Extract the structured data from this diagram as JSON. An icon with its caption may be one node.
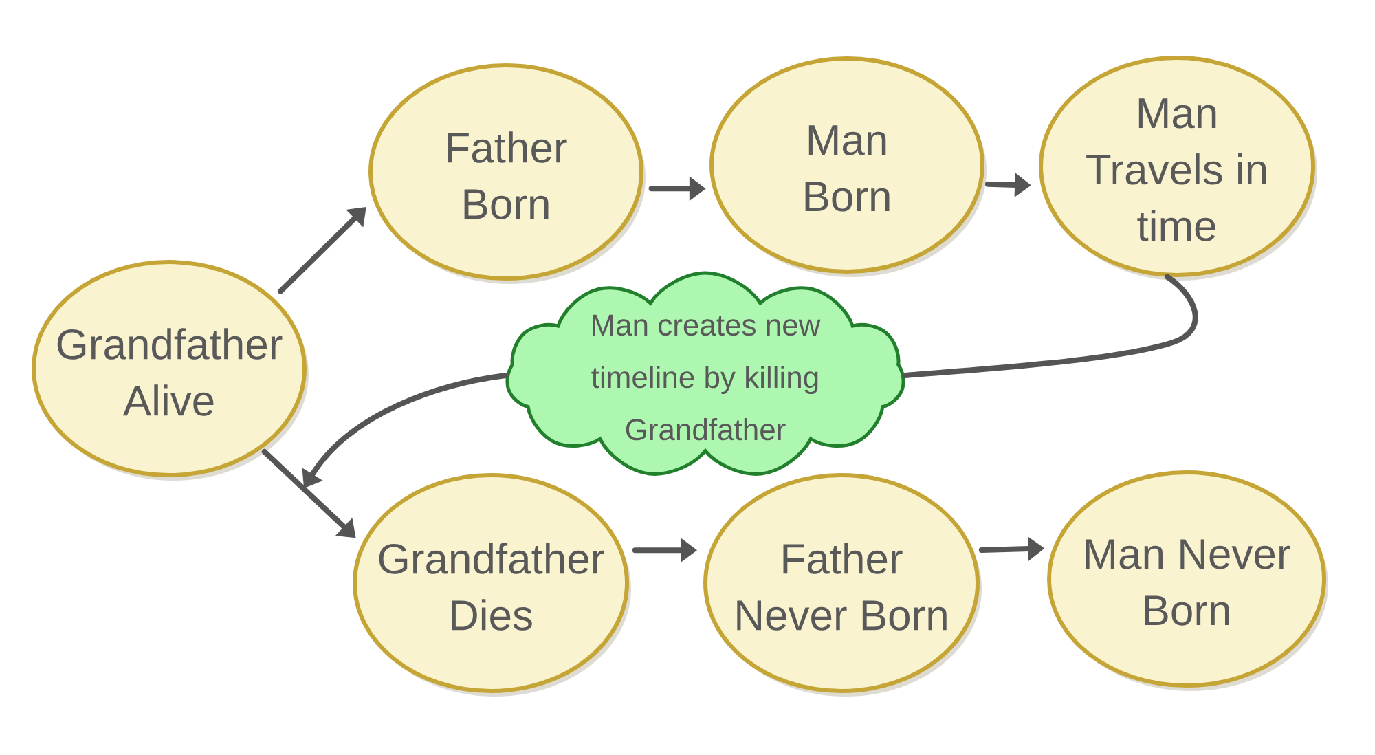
{
  "diagram": {
    "nodes": [
      {
        "text": [
          "Grandfather Alive"
        ]
      },
      {
        "text": [
          "Father Born"
        ]
      },
      {
        "text": [
          "Man Born"
        ]
      },
      {
        "text": [
          "Man Travels in time"
        ]
      },
      {
        "text": [
          "Man creates new timeline by killing Grandfather"
        ]
      },
      {
        "text": [
          "Grandfather Dies"
        ]
      },
      {
        "text": [
          "Father Never Born"
        ]
      },
      {
        "text": [
          "Man Never Born"
        ]
      }
    ],
    "edges": [
      {
        "from": 0,
        "to": 1,
        "arrow": "to"
      },
      {
        "from": 1,
        "to": 2,
        "arrow": "to"
      },
      {
        "from": 2,
        "to": 3,
        "arrow": "to"
      },
      {
        "from": 3,
        "to": 4,
        "arrow": "none"
      },
      {
        "from": 4,
        "to": null,
        "arrow": "to"
      },
      {
        "from": 0,
        "to": 5,
        "arrow": "to"
      },
      {
        "from": 5,
        "to": 6,
        "arrow": "to"
      },
      {
        "from": 6,
        "to": 7,
        "arrow": "to"
      }
    ]
  }
}
